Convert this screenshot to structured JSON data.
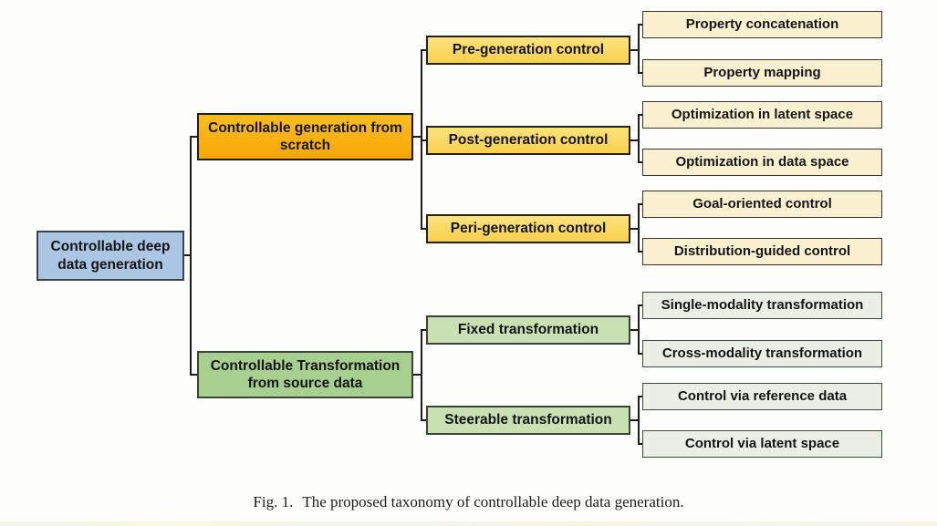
{
  "tree": {
    "root": {
      "label": "Controllable deep data generation"
    },
    "children": [
      {
        "label": "Controllable generation from scratch",
        "children": [
          {
            "label": "Pre-generation control",
            "children": [
              {
                "label": "Property concatenation"
              },
              {
                "label": "Property mapping"
              }
            ]
          },
          {
            "label": "Post-generation control",
            "children": [
              {
                "label": "Optimization in latent space"
              },
              {
                "label": "Optimization in data space"
              }
            ]
          },
          {
            "label": "Peri-generation control",
            "children": [
              {
                "label": "Goal-oriented control"
              },
              {
                "label": "Distribution-guided control"
              }
            ]
          }
        ]
      },
      {
        "label": "Controllable Transformation from source data",
        "children": [
          {
            "label": "Fixed transformation",
            "children": [
              {
                "label": "Single-modality transformation"
              },
              {
                "label": "Cross-modality transformation"
              }
            ]
          },
          {
            "label": "Steerable transformation",
            "children": [
              {
                "label": "Control via reference data"
              },
              {
                "label": "Control via latent space"
              }
            ]
          }
        ]
      }
    ]
  },
  "caption": {
    "number": "Fig. 1.",
    "text": "The proposed taxonomy of controllable deep data generation."
  },
  "colors": {
    "root_fill": "#abc6e2",
    "generation_branch_fill": "#f8ae0e",
    "generation_mid_fill": "#fad75d",
    "generation_leaf_fill": "#fbf1d0",
    "transformation_branch_fill": "#a7cf90",
    "transformation_mid_fill": "#c8e0b2",
    "transformation_leaf_fill": "#e9efe4",
    "connector": "#1c1c1c"
  }
}
